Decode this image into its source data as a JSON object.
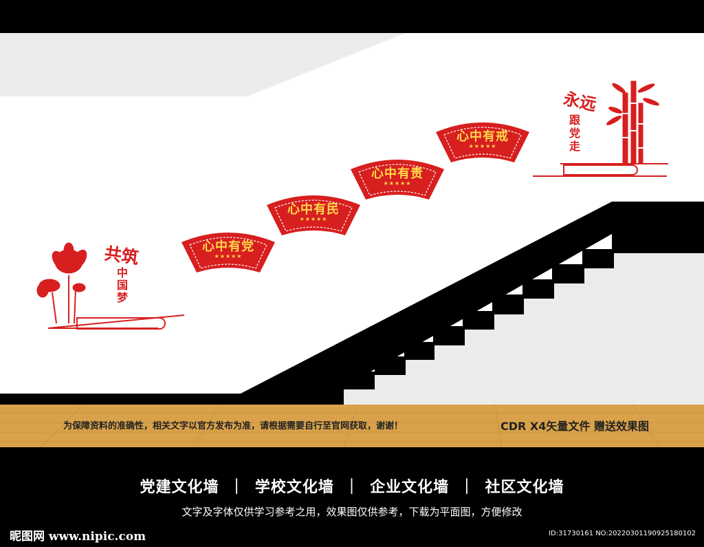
{
  "plaques": [
    {
      "title": "心中有党",
      "stars": "★★★★★"
    },
    {
      "title": "心中有民",
      "stars": "★★★★★"
    },
    {
      "title": "心中有责",
      "stars": "★★★★★"
    },
    {
      "title": "心中有戒",
      "stars": "★★★★★"
    }
  ],
  "left_motif": {
    "calligraphy": "共筑",
    "vertical": "中国梦"
  },
  "right_motif": {
    "calligraphy": "永远",
    "vertical": "跟党走"
  },
  "floor": {
    "notice": "为保障资料的准确性，相关文字以官方发布为准，请根据需要自行至官网获取，谢谢！",
    "format": "CDR X4矢量文件  赠送效果图"
  },
  "footer": {
    "categories": "党建文化墙  ｜  学校文化墙  ｜  企业文化墙  ｜  社区文化墙",
    "subtitle": "文字及字体仅供学习参考之用，效果图仅供参考，下载为平面图，方便修改",
    "logo": "昵图网 www.nipic.com",
    "id": "ID:31730161 NO:20220301190925180102"
  },
  "colors": {
    "red": "#d71f1f",
    "gold": "#ffd84a",
    "floor": "#d9a24a",
    "wall": "#ffffff",
    "ceiling": "#ebebeb"
  }
}
